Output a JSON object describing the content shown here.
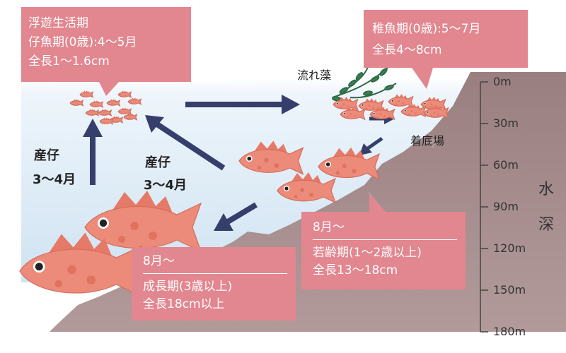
{
  "stages": {
    "planktonic": {
      "title": "浮遊生活期",
      "line1": "仔魚期(0歳):4〜5月",
      "line2": "全長1〜1.6cm"
    },
    "juvenile": {
      "line1": "稚魚期(0歳):5〜7月",
      "line2": "全長4〜8cm"
    },
    "young": {
      "period": "8月〜",
      "line1": "若齢期(1〜2歳以上)",
      "line2": "全長13〜18cm"
    },
    "adult": {
      "period": "8月〜",
      "line1": "成長期(3歳以上)",
      "line2": "全長18cm以上"
    }
  },
  "labels": {
    "seaweed": "流れ藻",
    "settlement": "着底場",
    "birth_left_1": "産仔",
    "birth_left_2": "3〜4月",
    "birth_mid_1": "産仔",
    "birth_mid_2": "3〜4月"
  },
  "depth_scale": {
    "ticks": [
      "0m",
      "30m",
      "60m",
      "90m",
      "120m",
      "150m",
      "180m"
    ],
    "axis_label_1": "水",
    "axis_label_2": "深"
  },
  "colors": {
    "callout": "#e2868f",
    "water": "#cfe3f2",
    "rock": "#a5898a",
    "arrow": "#363e6b",
    "fish": "#ec8b79",
    "seaweed": "#2f6b46"
  }
}
